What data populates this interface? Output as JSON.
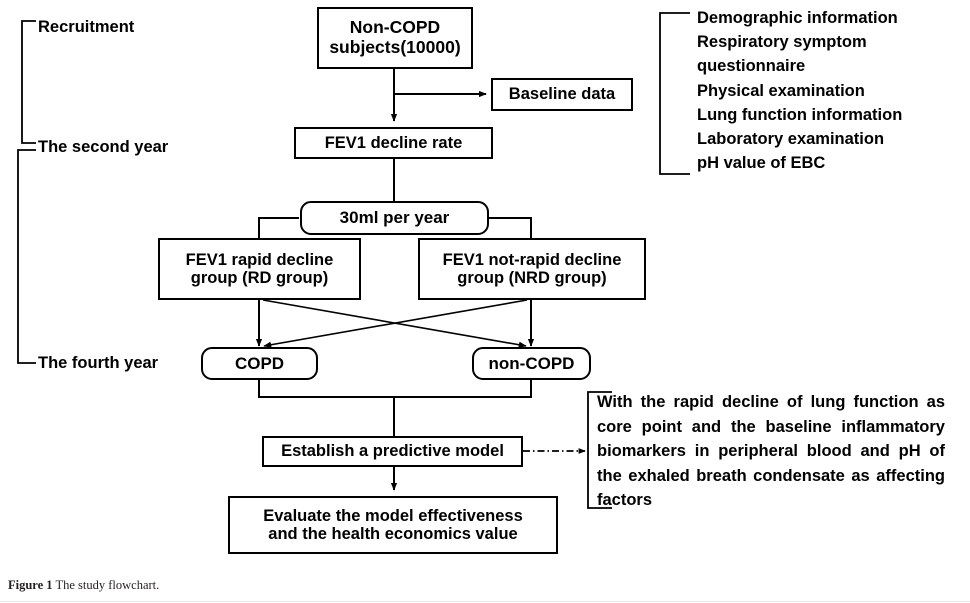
{
  "figure": {
    "caption_label": "Figure 1",
    "caption_text": "The study flowchart."
  },
  "timeline": {
    "labels": [
      {
        "id": "recruitment",
        "text": "Recruitment"
      },
      {
        "id": "second-year",
        "text": "The second year"
      },
      {
        "id": "fourth-year",
        "text": "The fourth year"
      }
    ]
  },
  "nodes": {
    "non_copd_subjects": "Non-COPD\nsubjects(10000)",
    "non_copd_subjects_line1": "Non-COPD",
    "non_copd_subjects_line2": "subjects(10000)",
    "baseline_data": "Baseline data",
    "fev1_decline_rate": "FEV1 decline rate",
    "threshold": "30ml per year",
    "rd_group_line1": "FEV1 rapid decline",
    "rd_group_line2": "group (RD group)",
    "nrd_group_line1": "FEV1 not-rapid decline",
    "nrd_group_line2": "group (NRD group)",
    "copd": "COPD",
    "non_copd": "non-COPD",
    "predictive_model": "Establish a predictive model",
    "evaluate_line1": "Evaluate the model effectiveness",
    "evaluate_line2": "and the health economics  value"
  },
  "baseline_annotation": {
    "items": [
      "Demographic information",
      "Respiratory symptom",
      "questionnaire",
      "Physical examination",
      "Lung function information",
      "Laboratory examination",
      "pH value of EBC"
    ]
  },
  "model_annotation": {
    "text": "With the rapid decline of lung function as core point and the baseline inflammatory biomarkers in peripheral blood and pH of the exhaled breath condensate as affecting factors"
  },
  "colors": {
    "stroke": "#000000",
    "text": "#000000",
    "background": "#ffffff",
    "caption": "#231f20"
  }
}
